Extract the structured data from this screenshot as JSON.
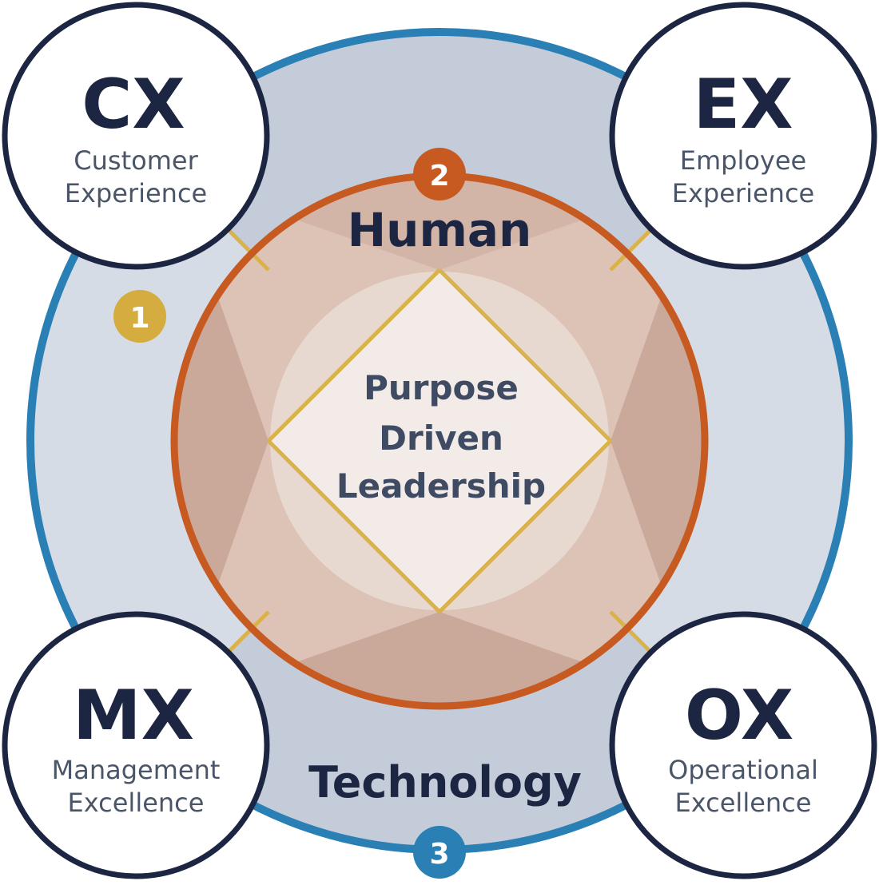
{
  "colors": {
    "outer_ring": "#2a7fb5",
    "outer_fill_dark": "#c4cbd9",
    "outer_fill_light": "#d6dce6",
    "middle_ring": "#c65a21",
    "middle_fill": "#dcc3b6",
    "middle_fill_dark": "#cba99a",
    "inner_fill": "#e7d8d0",
    "diamond_fill": "#f3ebe7",
    "cross_lines": "#d9b24a",
    "node_stroke": "#1c2541",
    "badge_1": "#d4ac3f",
    "badge_2": "#c65a21",
    "badge_3": "#2a7fb5"
  },
  "nodes": {
    "cx": {
      "abbr": "CX",
      "line1": "Customer",
      "line2": "Experience"
    },
    "ex": {
      "abbr": "EX",
      "line1": "Employee",
      "line2": "Experience"
    },
    "mx": {
      "abbr": "MX",
      "line1": "Management",
      "line2": "Excellence"
    },
    "ox": {
      "abbr": "OX",
      "line1": "Operational",
      "line2": "Excellence"
    }
  },
  "labels": {
    "human": "Human",
    "technology": "Technology",
    "center_line1": "Purpose",
    "center_line2": "Driven",
    "center_line3": "Leadership"
  },
  "badges": {
    "one": "1",
    "two": "2",
    "three": "3"
  }
}
